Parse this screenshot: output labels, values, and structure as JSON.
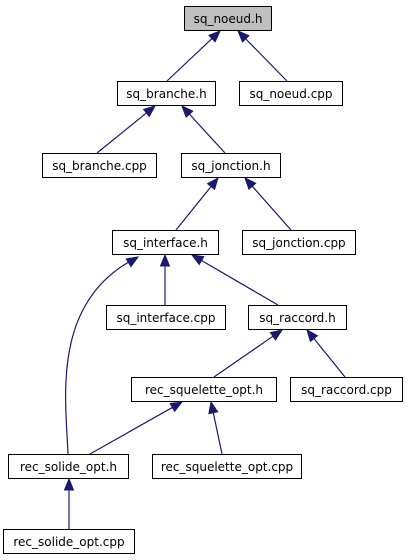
{
  "colors": {
    "edge": "#191970",
    "node_border": "#000000",
    "node_fill": "#ffffff",
    "root_fill": "#bfbfbf"
  },
  "nodes": {
    "sq_noeud_h": "sq_noeud.h",
    "sq_branche_h": "sq_branche.h",
    "sq_noeud_cpp": "sq_noeud.cpp",
    "sq_branche_cpp": "sq_branche.cpp",
    "sq_jonction_h": "sq_jonction.h",
    "sq_interface_h": "sq_interface.h",
    "sq_jonction_cpp": "sq_jonction.cpp",
    "sq_interface_cpp": "sq_interface.cpp",
    "sq_raccord_h": "sq_raccord.h",
    "rec_squelette_opt_h": "rec_squelette_opt.h",
    "sq_raccord_cpp": "sq_raccord.cpp",
    "rec_solide_opt_h": "rec_solide_opt.h",
    "rec_squelette_opt_cpp": "rec_squelette_opt.cpp",
    "rec_solide_opt_cpp": "rec_solide_opt.cpp"
  },
  "edges": [
    {
      "from": "sq_branche_h",
      "to": "sq_noeud_h"
    },
    {
      "from": "sq_noeud_cpp",
      "to": "sq_noeud_h"
    },
    {
      "from": "sq_branche_cpp",
      "to": "sq_branche_h"
    },
    {
      "from": "sq_jonction_h",
      "to": "sq_branche_h"
    },
    {
      "from": "sq_interface_h",
      "to": "sq_jonction_h"
    },
    {
      "from": "sq_jonction_cpp",
      "to": "sq_jonction_h"
    },
    {
      "from": "sq_interface_cpp",
      "to": "sq_interface_h"
    },
    {
      "from": "sq_raccord_h",
      "to": "sq_interface_h"
    },
    {
      "from": "rec_solide_opt_h",
      "to": "sq_interface_h"
    },
    {
      "from": "rec_squelette_opt_h",
      "to": "sq_raccord_h"
    },
    {
      "from": "sq_raccord_cpp",
      "to": "sq_raccord_h"
    },
    {
      "from": "rec_solide_opt_h",
      "to": "rec_squelette_opt_h"
    },
    {
      "from": "rec_squelette_opt_cpp",
      "to": "rec_squelette_opt_h"
    },
    {
      "from": "rec_solide_opt_cpp",
      "to": "rec_solide_opt_h"
    }
  ]
}
